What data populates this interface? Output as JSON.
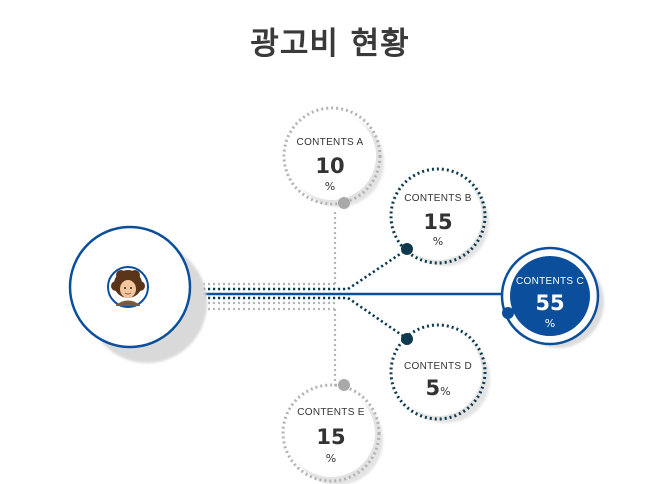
{
  "title": "광고비 현황",
  "center_icon": "person-avatar-icon",
  "colors": {
    "accent_blue": "#0b4f9c",
    "dark_navy": "#0e3a4f",
    "gray_dot": "#b3b3b3",
    "text_dark": "#333333"
  },
  "items": [
    {
      "label": "CONTENTS A",
      "value": "10",
      "unit": "%"
    },
    {
      "label": "CONTENTS B",
      "value": "15",
      "unit": "%"
    },
    {
      "label": "CONTENTS C",
      "value": "55",
      "unit": "%"
    },
    {
      "label": "CONTENTS D",
      "value": "5",
      "unit": "%"
    },
    {
      "label": "CONTENTS E",
      "value": "15",
      "unit": "%"
    }
  ]
}
